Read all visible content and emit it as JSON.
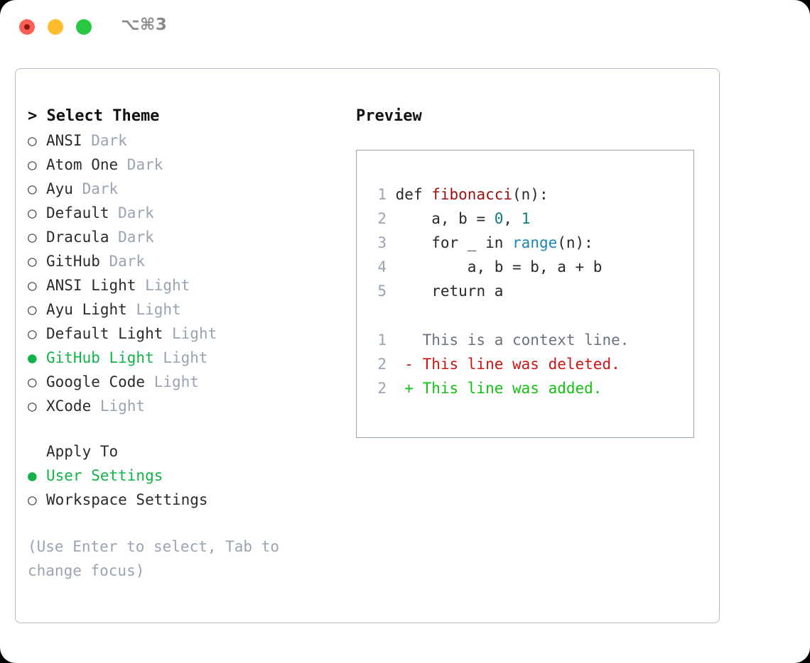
{
  "window": {
    "title": "⌥⌘3",
    "traffic_lights": [
      "close",
      "minimize",
      "maximize"
    ],
    "colors": {
      "close": "#ff5f57",
      "minimize": "#ffbd2e",
      "maximize": "#28c840",
      "accent_green": "#12b347",
      "muted_gray": "#9aa3b2",
      "panel_border": "#b6bdc9",
      "preview_border": "#9aa5b4"
    }
  },
  "theme_picker": {
    "header": "> Select Theme",
    "bullet_unselected": "○",
    "bullet_selected": "●",
    "options": [
      {
        "bullet": "○",
        "label": "ANSI",
        "suffix": "Dark",
        "selected": false
      },
      {
        "bullet": "○",
        "label": "Atom One",
        "suffix": "Dark",
        "selected": false
      },
      {
        "bullet": "○",
        "label": "Ayu",
        "suffix": "Dark",
        "selected": false
      },
      {
        "bullet": "○",
        "label": "Default",
        "suffix": "Dark",
        "selected": false
      },
      {
        "bullet": "○",
        "label": "Dracula",
        "suffix": "Dark",
        "selected": false
      },
      {
        "bullet": "○",
        "label": "GitHub",
        "suffix": "Dark",
        "selected": false
      },
      {
        "bullet": "○",
        "label": "ANSI Light",
        "suffix": "Light",
        "selected": false
      },
      {
        "bullet": "○",
        "label": "Ayu Light",
        "suffix": "Light",
        "selected": false
      },
      {
        "bullet": "○",
        "label": "Default Light",
        "suffix": "Light",
        "selected": false
      },
      {
        "bullet": "●",
        "label": "GitHub Light",
        "suffix": "Light",
        "selected": true
      },
      {
        "bullet": "○",
        "label": "Google Code",
        "suffix": "Light",
        "selected": false
      },
      {
        "bullet": "○",
        "label": "XCode",
        "suffix": "Light",
        "selected": false
      }
    ]
  },
  "apply_to": {
    "header": "Apply To",
    "options": [
      {
        "bullet": "●",
        "label": "User Settings",
        "selected": true
      },
      {
        "bullet": "○",
        "label": "Workspace Settings",
        "selected": false
      }
    ]
  },
  "hint": "(Use Enter to select, Tab to change focus)",
  "preview": {
    "title": "Preview",
    "code_lines": [
      {
        "n": "1",
        "tokens": [
          {
            "t": "def ",
            "c": "kw"
          },
          {
            "t": "fibonacci",
            "c": "fn"
          },
          {
            "t": "(n):",
            "c": "plain"
          }
        ]
      },
      {
        "n": "2",
        "tokens": [
          {
            "t": "    a, b = ",
            "c": "plain"
          },
          {
            "t": "0",
            "c": "num"
          },
          {
            "t": ", ",
            "c": "plain"
          },
          {
            "t": "1",
            "c": "num"
          }
        ]
      },
      {
        "n": "3",
        "tokens": [
          {
            "t": "    for _ in ",
            "c": "plain"
          },
          {
            "t": "range",
            "c": "builtin"
          },
          {
            "t": "(n):",
            "c": "plain"
          }
        ]
      },
      {
        "n": "4",
        "tokens": [
          {
            "t": "        a, b = b, a + b",
            "c": "plain"
          }
        ]
      },
      {
        "n": "5",
        "tokens": [
          {
            "t": "    return a",
            "c": "plain"
          }
        ]
      }
    ],
    "diff_lines": [
      {
        "n": "1",
        "marker": "  ",
        "text": "This is a context line.",
        "kind": "ctx"
      },
      {
        "n": "2",
        "marker": "- ",
        "text": "This line was deleted.",
        "kind": "del"
      },
      {
        "n": "2",
        "marker": "+ ",
        "text": "This line was added.",
        "kind": "add"
      }
    ]
  }
}
